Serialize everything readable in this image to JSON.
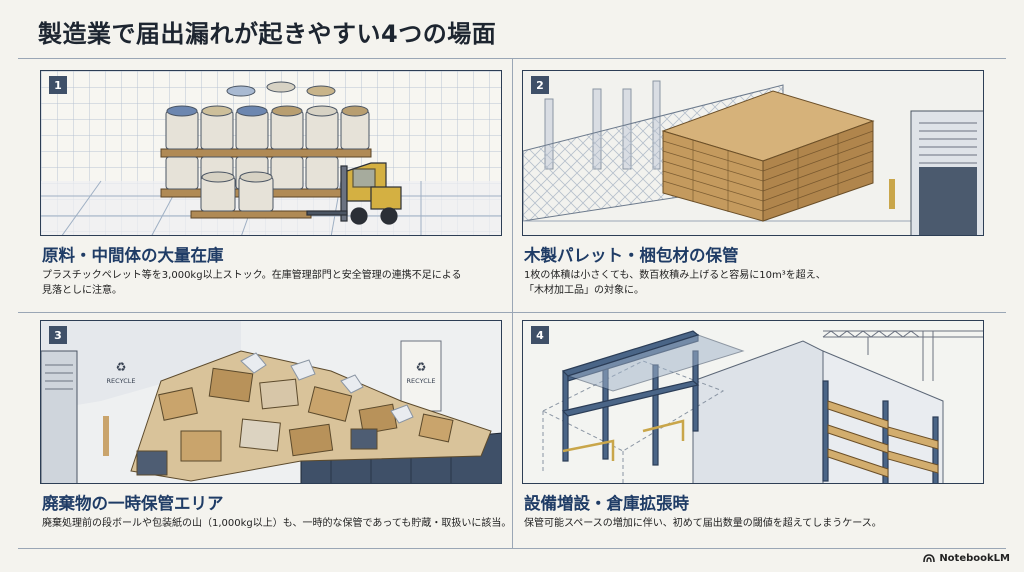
{
  "title": "製造業で届出漏れが起きやすい4つの場面",
  "panels": [
    {
      "number": "1",
      "heading": "原料・中間体の大量在庫",
      "description_lines": [
        "プラスチックペレット等を3,000kg以上ストック。在庫管理部門と安全管理の連携不足による",
        "見落としに注意。"
      ],
      "illustration": "forklift-bulk-bags"
    },
    {
      "number": "2",
      "heading": "木製パレット・梱包材の保管",
      "description_lines": [
        "1枚の体積は小さくても、数百枚積み上げると容易に10m³を超え、",
        "「木材加工品」の対象に。"
      ],
      "illustration": "wooden-pallet-stack"
    },
    {
      "number": "3",
      "heading": "廃棄物の一時保管エリア",
      "description_lines": [
        "廃棄処理前の段ボールや包装紙の山（1,000kg以上）も、一時的な保管であっても貯蔵・取扱いに該当。"
      ],
      "illustration": "waste-pile",
      "sign_text": "RECYCLE"
    },
    {
      "number": "4",
      "heading": "設備増設・倉庫拡張時",
      "description_lines": [
        "保管可能スペースの増加に伴い、初めて届出数量の閾値を超えてしまうケース。"
      ],
      "illustration": "warehouse-expansion"
    }
  ],
  "brand": "NotebookLM",
  "colors": {
    "heading": "#1f3c66",
    "frame": "#2d3e55",
    "badge": "#3f5068",
    "cardboard": "#c9a46c",
    "steel": "#4a6587"
  }
}
